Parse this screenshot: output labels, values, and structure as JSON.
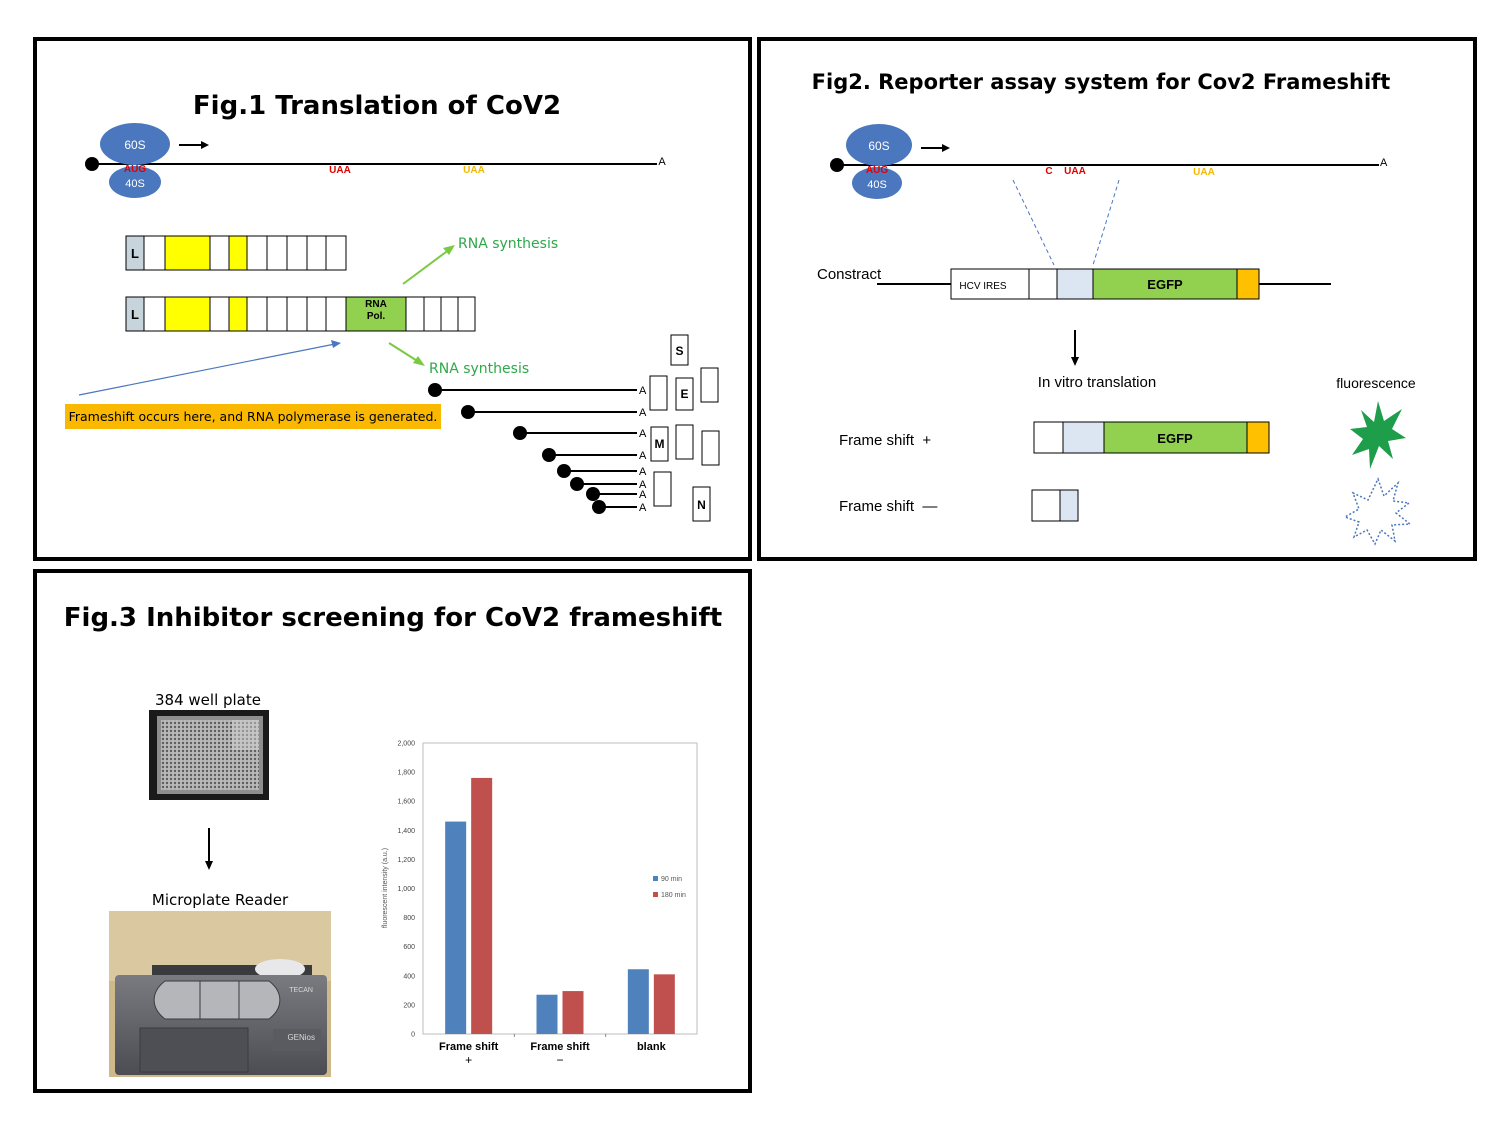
{
  "fig1": {
    "title": "Fig.1 Translation of CoV2",
    "ribosome_large": "60S",
    "ribosome_small": "40S",
    "start_codon": "AUG",
    "stop_codon_1": "UAA",
    "stop_codon_2": "UAA",
    "polya": "A",
    "leader": "L",
    "rna_pol_line1": "RNA",
    "rna_pol_line2": "Pol.",
    "rna_synthesis_1": "RNA synthesis",
    "rna_synthesis_2": "RNA synthesis",
    "callout": "Frameshift occurs here, and RNA polymerase is generated.",
    "proteins": [
      "S",
      "E",
      "M",
      "N"
    ],
    "colors": {
      "ribosome": "#4a77bd",
      "green_arrow": "#7ac943",
      "callout_bg": "#fbb800",
      "yellow": "#ffff00",
      "stop1": "#e00000",
      "stop2": "#f5b800"
    }
  },
  "fig2": {
    "title": "Fig2. Reporter assay system for Cov2 Frameshift",
    "ribosome_large": "60S",
    "ribosome_small": "40S",
    "start_codon": "AUG",
    "c_mark": "C",
    "stop_codon_1": "UAA",
    "stop_codon_2": "UAA",
    "polya": "A",
    "construct_label": "Constract",
    "hcv_ires": "HCV IRES",
    "egfp": "EGFP",
    "in_vitro": "In vitro translation",
    "fluorescence": "fluorescence",
    "fs_plus": "Frame shift  +",
    "fs_minus": "Frame shift  —",
    "colors": {
      "egfp": "#92d050",
      "orange": "#ffc000",
      "lightblue": "#dce6f2",
      "star": "#1e9e4a",
      "star_outline": "#4a77bd"
    }
  },
  "fig3": {
    "title": "Fig.3 Inhibitor screening for CoV2 frameshift",
    "plate_label": "384 well plate",
    "reader_label": "Microplate Reader",
    "reader_brand": "TECAN",
    "reader_model": "GENios"
  },
  "chart_data": {
    "type": "bar",
    "categories": [
      "Frame shift\n+",
      "Frame shift\n−",
      "blank"
    ],
    "category_main": [
      "Frame shift",
      "Frame shift",
      "blank"
    ],
    "category_sub": [
      "+",
      "−",
      ""
    ],
    "series": [
      {
        "name": "90 min",
        "values": [
          1460,
          270,
          445
        ],
        "color": "#4f81bd"
      },
      {
        "name": "180 min",
        "values": [
          1760,
          295,
          410
        ],
        "color": "#c0504d"
      }
    ],
    "ylabel": "fluorescent intensity (a.u.)",
    "ylim": [
      0,
      2000
    ],
    "yticks": [
      0,
      200,
      400,
      600,
      800,
      1000,
      1200,
      1400,
      1600,
      1800,
      2000
    ],
    "ytick_labels": [
      "0",
      "200",
      "400",
      "600",
      "800",
      "1,000",
      "1,200",
      "1,400",
      "1,600",
      "1,800",
      "2,000"
    ],
    "legend_position": "right",
    "grid": false
  }
}
